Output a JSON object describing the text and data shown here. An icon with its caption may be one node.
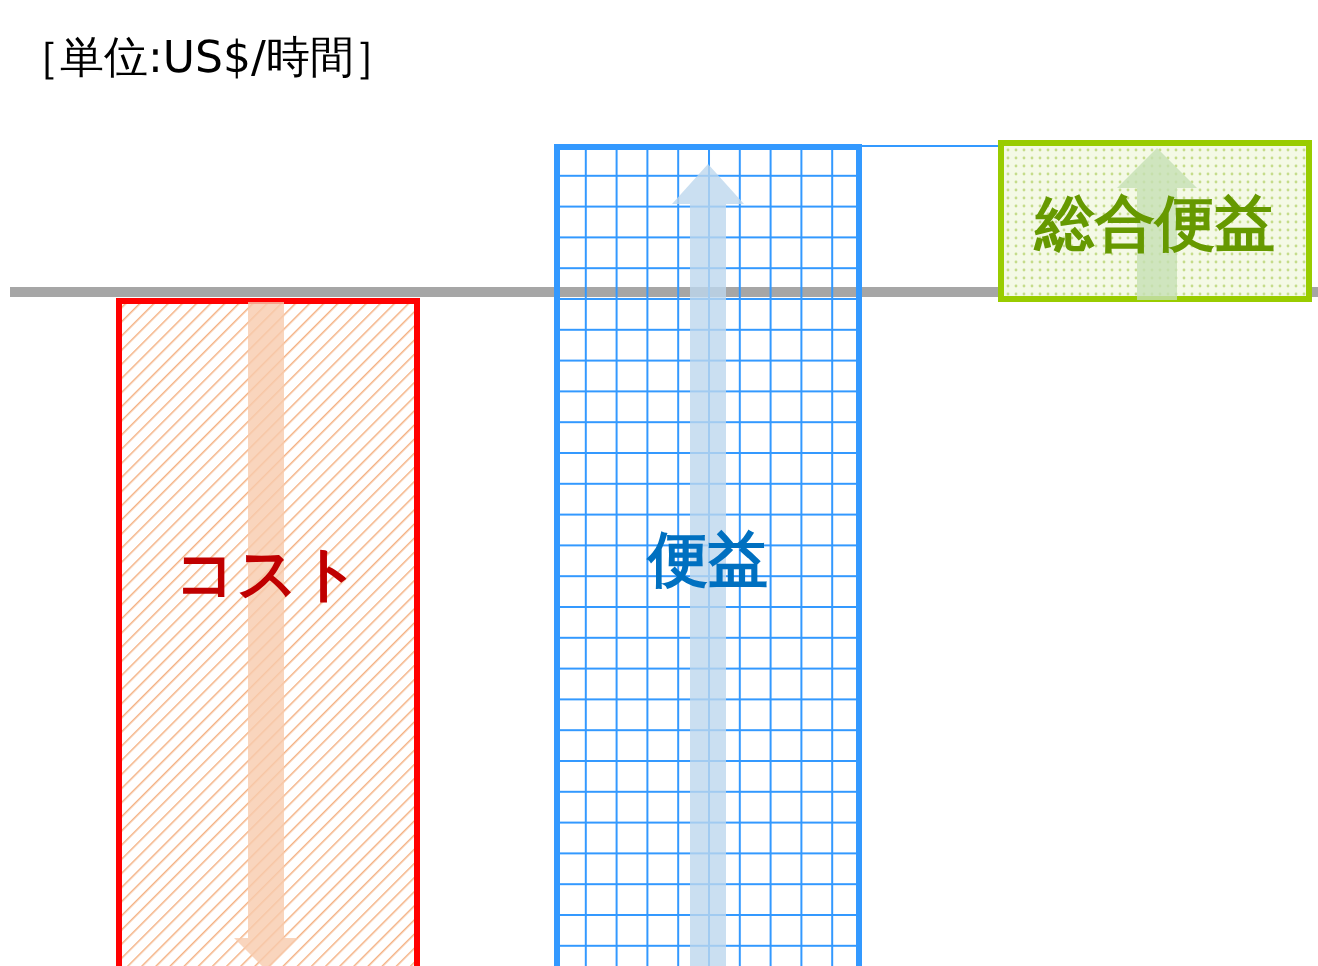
{
  "diagram": {
    "nodes": [
      {
        "text": [
          "コスト"
        ]
      },
      {
        "text": [
          "便益"
        ]
      },
      {
        "text": [
          "総合便益"
        ]
      }
    ],
    "edges": [
      {
        "from": 1,
        "to": 2,
        "arrow": "none"
      }
    ],
    "labels": [
      "［単位:US$/時間］"
    ]
  }
}
